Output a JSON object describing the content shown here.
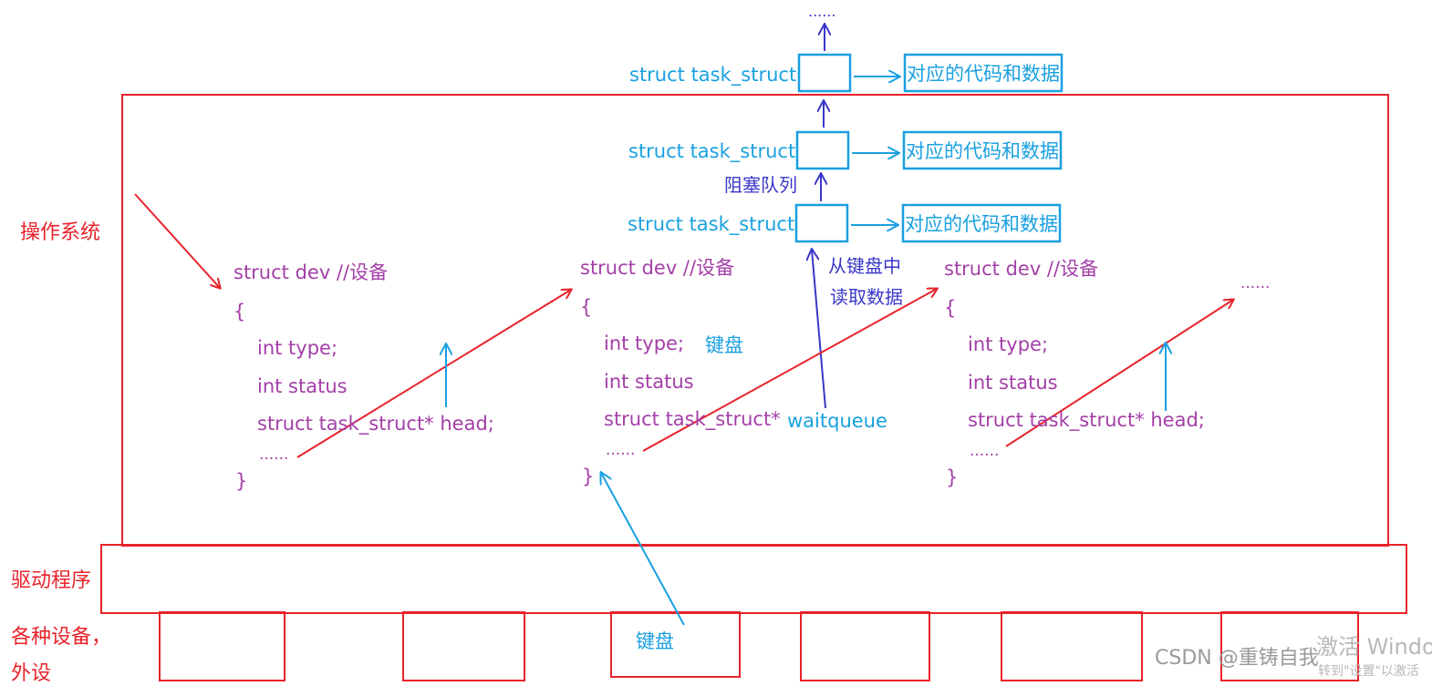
{
  "layers": {
    "os": "操作系统",
    "driver": "驱动程序",
    "devices_line1": "各种设备，",
    "devices_line2": "外设"
  },
  "devices": {
    "keyboard_label": "键盘"
  },
  "process_queue": {
    "node_label": "struct task_struct",
    "code_data": "对应的代码和数据",
    "top_ellipsis": "......",
    "blocking_queue": "阻塞队列",
    "read_line1": "从键盘中",
    "read_line2": "读取数据",
    "waitqueue": "waitqueue"
  },
  "dev_struct": {
    "header": "struct dev //设备",
    "open_brace": "{",
    "field_type": "int type;",
    "field_status": "int status",
    "field_head": "struct task_struct* head;",
    "field_head_short": "struct task_struct*",
    "ellipsis": "......",
    "close_brace": "}",
    "keyboard_note": "键盘",
    "trailing_ellipsis": "......"
  },
  "watermark": {
    "csdn": "CSDN @重铸自我",
    "windows": "激活 Windows",
    "windows_sub": "转到\"设置\"以激活"
  }
}
